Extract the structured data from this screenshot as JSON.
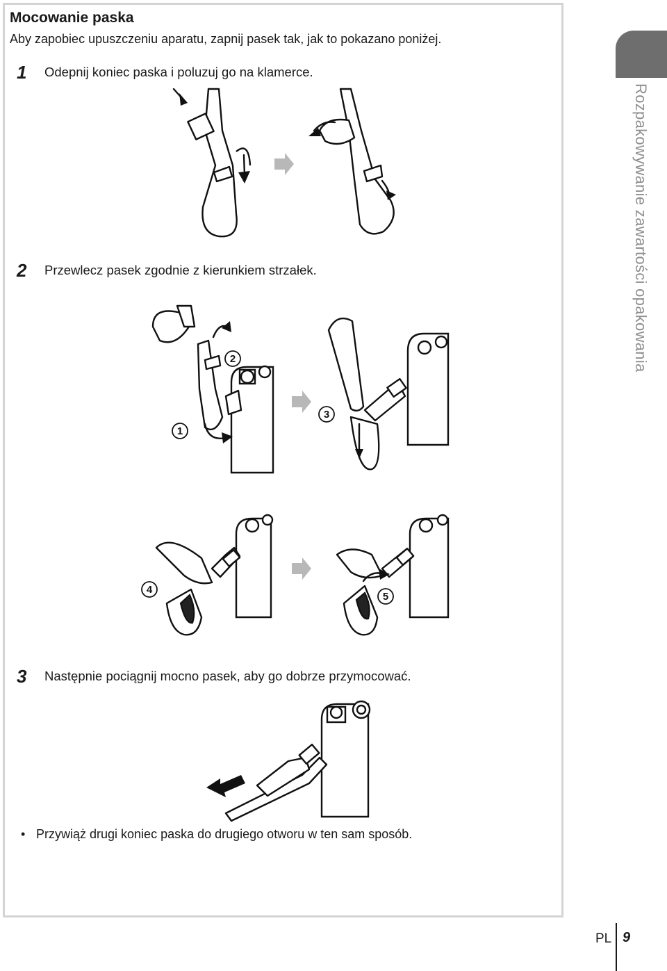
{
  "section": {
    "title": "Mocowanie paska",
    "intro": "Aby zapobiec upuszczeniu aparatu, zapnij pasek tak, jak to pokazano poniżej."
  },
  "steps": [
    {
      "number": "1",
      "text": "Odepnij koniec paska i poluzuj go na klamerce."
    },
    {
      "number": "2",
      "text": "Przewlecz pasek zgodnie z kierunkiem strzałek."
    },
    {
      "number": "3",
      "text": "Następnie pociągnij mocno pasek, aby go dobrze przymocować."
    }
  ],
  "callouts": [
    "1",
    "2",
    "3",
    "4",
    "5"
  ],
  "bullet": {
    "marker": "•",
    "text": "Przywiąż drugi koniec paska do drugiego otworu w ten sam sposób."
  },
  "side_tab": {
    "text": "Rozpakowywanie zawartości opakowania",
    "color": "#6e6e6e"
  },
  "footer": {
    "lang": "PL",
    "page": "9"
  }
}
